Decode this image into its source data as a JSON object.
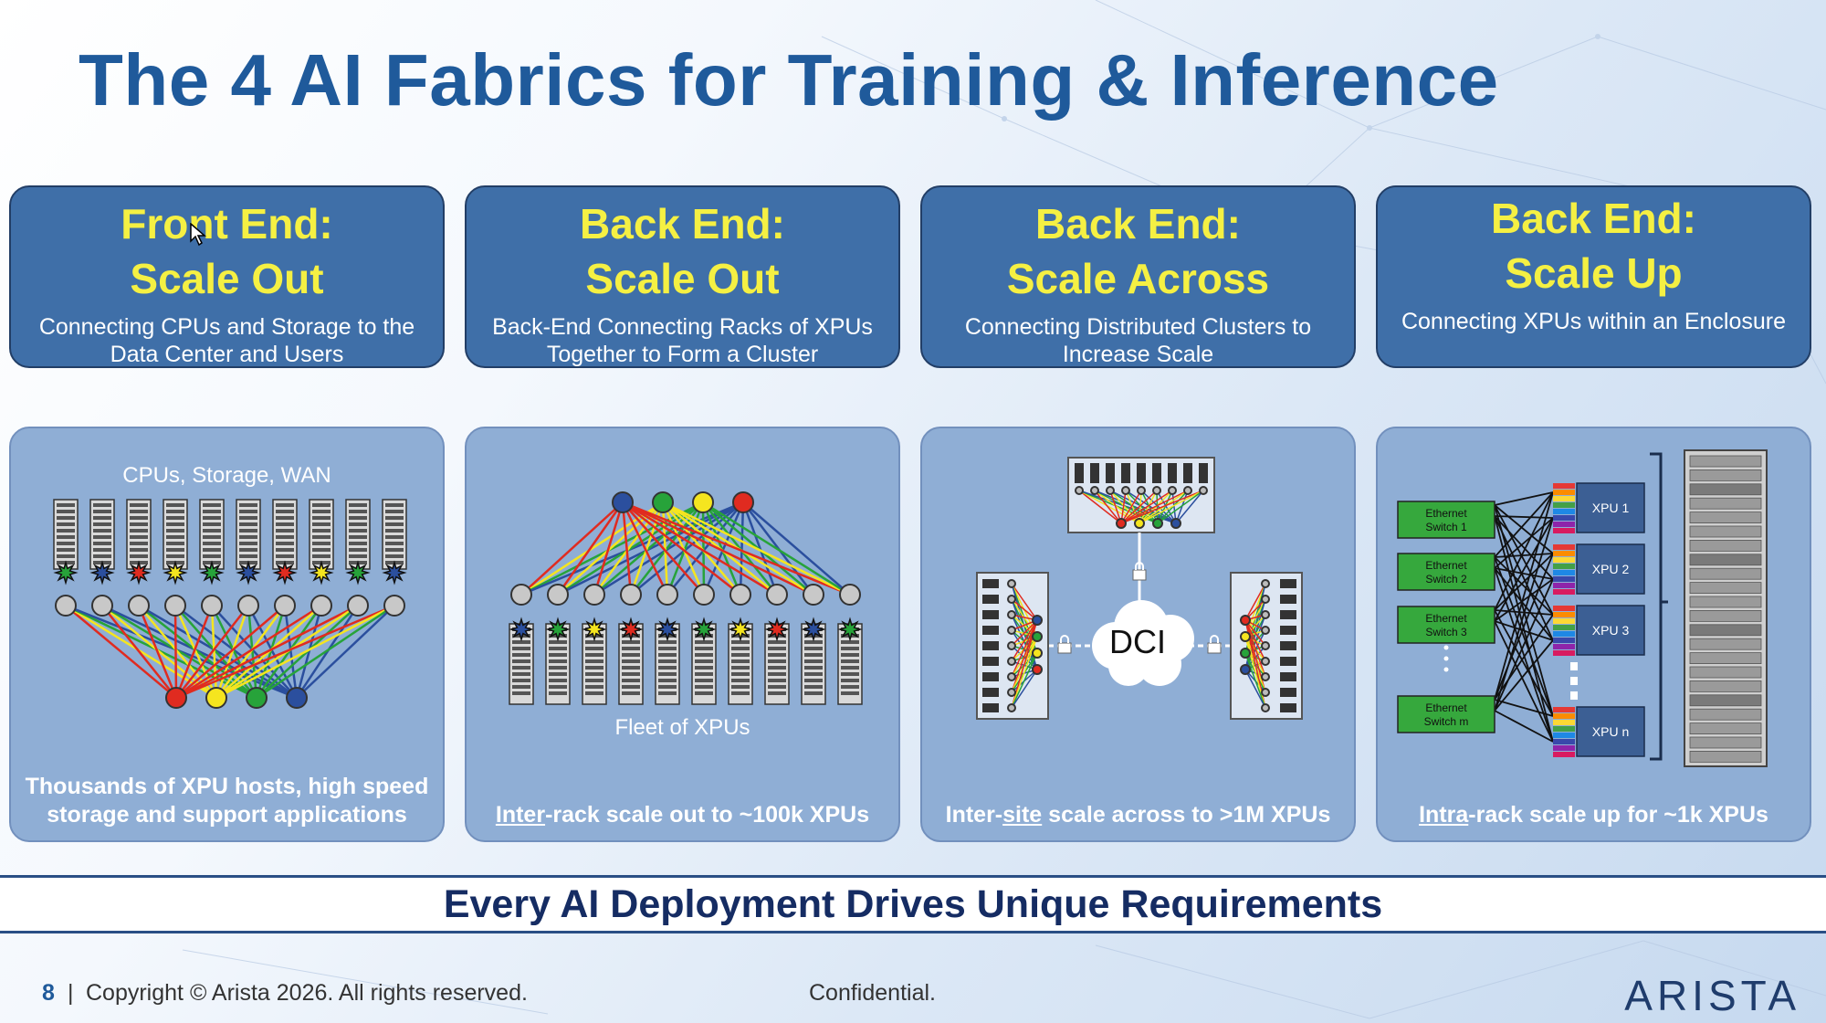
{
  "slide": {
    "title": "The 4 AI Fabrics for Training & Inference",
    "banner": "Every AI Deployment Drives Unique Requirements",
    "footer": {
      "page_number": "8",
      "separator": "|",
      "copyright": "Copyright © Arista 2026. All rights reserved.",
      "confidential": "Confidential."
    },
    "logo": "ARISTA"
  },
  "fabrics": [
    {
      "title_line1": "Front End:",
      "title_line2": "Scale Out",
      "subtitle": "Connecting CPUs and Storage to the Data Center and Users",
      "diagram_label": "CPUs, Storage, WAN",
      "caption": "Thousands of XPU hosts, high speed storage and support applications"
    },
    {
      "title_line1": "Back End:",
      "title_line2": "Scale Out",
      "subtitle": "Back-End Connecting Racks of XPUs Together to Form a Cluster",
      "diagram_label": "Fleet of XPUs",
      "caption_underlined": "Inter",
      "caption_rest": "-rack scale out to ~100k XPUs"
    },
    {
      "title_line1": "Back End:",
      "title_line2": "Scale Across",
      "subtitle": "Connecting Distributed Clusters to Increase Scale",
      "diagram_label": "DCI",
      "caption_prefix": "Inter-",
      "caption_underlined": "site",
      "caption_rest": " scale across to >1M XPUs"
    },
    {
      "title_line1": "Back End:",
      "title_line2": "Scale Up",
      "subtitle": "Connecting XPUs within an Enclosure",
      "caption_underlined": "Intra",
      "caption_rest": "-rack scale up for ~1k XPUs",
      "switches": [
        "Ethernet Switch 1",
        "Ethernet Switch 2",
        "Ethernet Switch 3",
        "Ethernet Switch m"
      ],
      "xpus": [
        "XPU 1",
        "XPU 2",
        "XPU 3",
        "XPU n"
      ]
    }
  ],
  "colors": {
    "title": "#1f5a9b",
    "header_fill": "#3f6fa8",
    "header_title": "#f5f043",
    "panel_fill": "#8faed5",
    "banner_text": "#152c63",
    "link_red": "#e02b20",
    "link_yellow": "#f5e51f",
    "link_green": "#27a33a",
    "link_blue": "#2b4f9e",
    "node_gray": "#c8c8c8"
  },
  "icons": {
    "server": "server-rack-icon",
    "switch_node": "switch-node-icon",
    "cloud": "cloud-icon",
    "lock": "lock-icon",
    "chassis": "chassis-icon",
    "cursor": "mouse-pointer-icon"
  }
}
